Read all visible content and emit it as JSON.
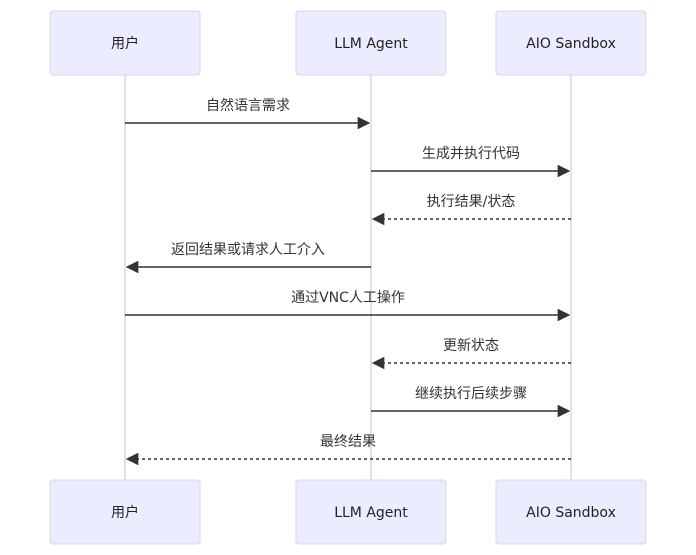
{
  "actors": [
    {
      "id": "user",
      "label": "用户"
    },
    {
      "id": "agent",
      "label": "LLM Agent"
    },
    {
      "id": "sandbox",
      "label": "AIO Sandbox"
    }
  ],
  "messages": [
    {
      "from": "user",
      "to": "agent",
      "label": "自然语言需求",
      "style": "solid"
    },
    {
      "from": "agent",
      "to": "sandbox",
      "label": "生成并执行代码",
      "style": "solid"
    },
    {
      "from": "sandbox",
      "to": "agent",
      "label": "执行结果/状态",
      "style": "dashed"
    },
    {
      "from": "agent",
      "to": "user",
      "label": "返回结果或请求人工介入",
      "style": "solid"
    },
    {
      "from": "user",
      "to": "sandbox",
      "label": "通过VNC人工操作",
      "style": "solid"
    },
    {
      "from": "sandbox",
      "to": "agent",
      "label": "更新状态",
      "style": "dashed"
    },
    {
      "from": "agent",
      "to": "sandbox",
      "label": "继续执行后续步骤",
      "style": "solid"
    },
    {
      "from": "sandbox",
      "to": "user",
      "label": "最终结果",
      "style": "dashed"
    }
  ]
}
